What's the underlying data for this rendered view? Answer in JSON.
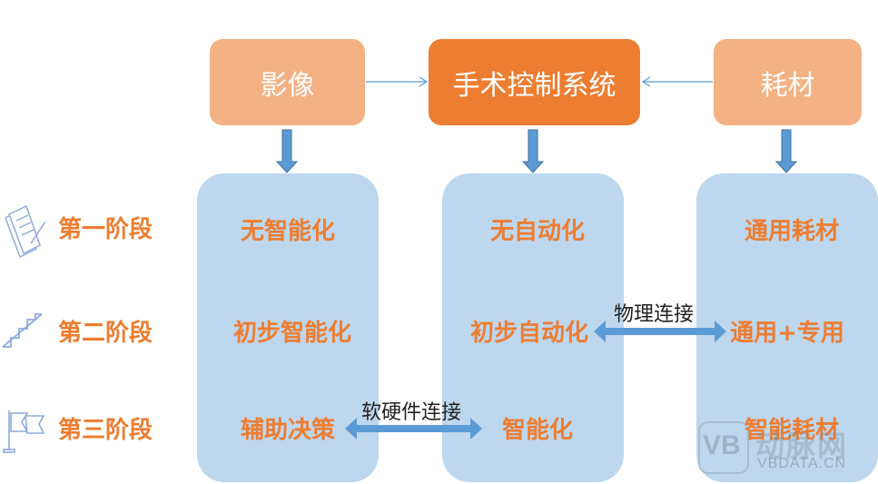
{
  "top": {
    "imaging": "影像",
    "system": "手术控制系统",
    "consumables": "耗材"
  },
  "stages": [
    {
      "label": "第一阶段",
      "icon": "notes-icon"
    },
    {
      "label": "第二阶段",
      "icon": "stairs-icon"
    },
    {
      "label": "第三阶段",
      "icon": "flag-icon"
    }
  ],
  "columns": {
    "imaging": [
      "无智能化",
      "初步智能化",
      "辅助决策"
    ],
    "system": [
      "无自动化",
      "初步自动化",
      "智能化"
    ],
    "consumables": [
      "通用耗材",
      "通用+专用",
      "智能耗材"
    ]
  },
  "links": {
    "software_hardware": "软硬件连接",
    "physical": "物理连接"
  },
  "watermark": {
    "logo": "VB",
    "cn": "动脉网",
    "url": "VBDATA.CN"
  },
  "colors": {
    "top_light": "#f4b183",
    "top_dark": "#ed7d31",
    "column": "#bdd7ee",
    "arrow": "#5b9bd5",
    "text_orange": "#ed7d31"
  }
}
